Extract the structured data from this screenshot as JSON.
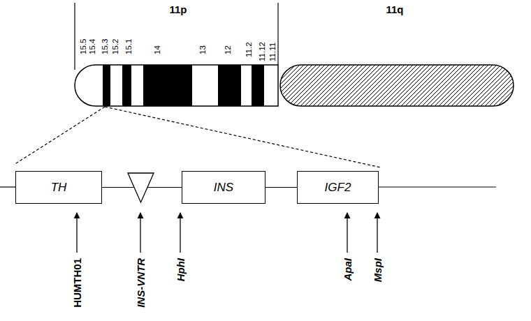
{
  "diagram": {
    "nodes": [
      {
        "text": [
          "TH"
        ]
      },
      {
        "text": [
          "INS"
        ]
      },
      {
        "text": [
          "IGF2"
        ]
      }
    ],
    "edges": [
      {
        "from": 0,
        "to": 1,
        "arrow": "none"
      },
      {
        "from": 1,
        "to": 2,
        "arrow": "none"
      }
    ],
    "labels": [
      "11p",
      "11q",
      "15.5",
      "15.4",
      "15.3",
      "15.2",
      "15.1",
      "14",
      "13",
      "12",
      "11.2",
      "11.12",
      "11.11",
      "HUMTH01",
      "INS-VNTR",
      "HphI",
      "ApaI",
      "MspI"
    ]
  }
}
